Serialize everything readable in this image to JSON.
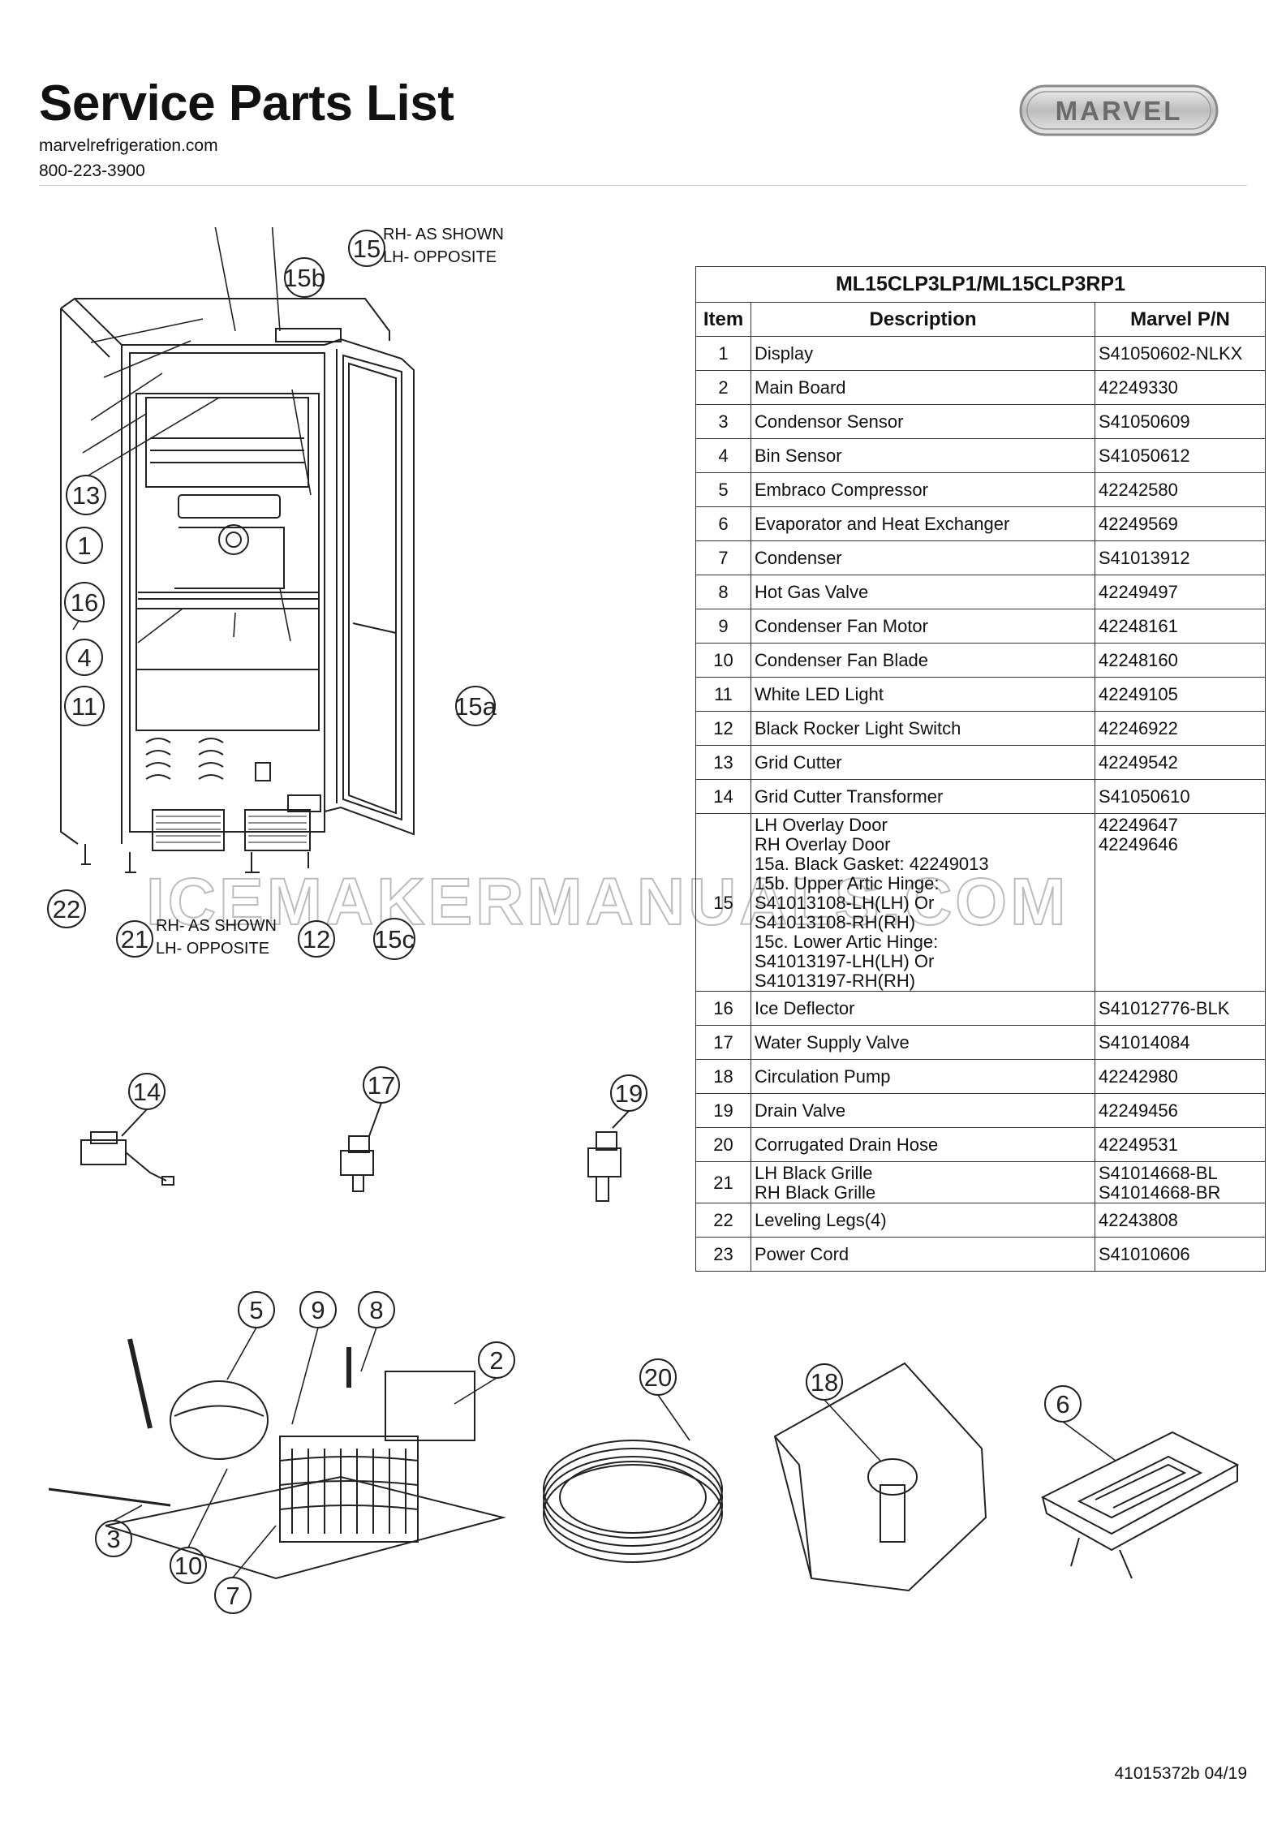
{
  "header": {
    "title": "Service Parts List",
    "website": "marvelrefrigeration.com",
    "phone": "800-223-3900",
    "logo_text": "MARVEL"
  },
  "watermark": "ICEMAKERMANUALS.COM",
  "diagram": {
    "door_note_line1": "RH- AS SHOWN",
    "door_note_line2": "LH- OPPOSITE",
    "grille_note_line1": "RH- AS SHOWN",
    "grille_note_line2": "LH- OPPOSITE",
    "callouts": [
      "15b",
      "15",
      "13",
      "1",
      "16",
      "4",
      "11",
      "15a",
      "22",
      "21",
      "12",
      "15c",
      "14",
      "17",
      "19",
      "5",
      "9",
      "8",
      "2",
      "3",
      "10",
      "7",
      "20",
      "18",
      "6"
    ]
  },
  "table": {
    "model": "ML15CLP3LP1/ML15CLP3RP1",
    "columns": [
      "Item",
      "Description",
      "Marvel P/N"
    ],
    "rows": [
      {
        "item": "1",
        "desc": "Display",
        "pn": "S41050602-NLKX"
      },
      {
        "item": "2",
        "desc": "Main Board",
        "pn": "42249330"
      },
      {
        "item": "3",
        "desc": "Condensor Sensor",
        "pn": "S41050609"
      },
      {
        "item": "4",
        "desc": "Bin Sensor",
        "pn": "S41050612"
      },
      {
        "item": "5",
        "desc": "Embraco Compressor",
        "pn": "42242580"
      },
      {
        "item": "6",
        "desc": "Evaporator and Heat Exchanger",
        "pn": "42249569"
      },
      {
        "item": "7",
        "desc": "Condenser",
        "pn": "S41013912"
      },
      {
        "item": "8",
        "desc": "Hot Gas Valve",
        "pn": "42249497"
      },
      {
        "item": "9",
        "desc": "Condenser Fan Motor",
        "pn": "42248161"
      },
      {
        "item": "10",
        "desc": "Condenser Fan Blade",
        "pn": "42248160"
      },
      {
        "item": "11",
        "desc": "White LED Light",
        "pn": "42249105"
      },
      {
        "item": "12",
        "desc": "Black Rocker Light Switch",
        "pn": "42246922"
      },
      {
        "item": "13",
        "desc": "Grid Cutter",
        "pn": "42249542"
      },
      {
        "item": "14",
        "desc": "Grid Cutter Transformer",
        "pn": "S41050610"
      },
      {
        "item": "15",
        "desc": "LH Overlay Door\nRH Overlay Door\n15a. Black Gasket: 42249013\n15b. Upper Artic Hinge:\nS41013108-LH(LH)   Or\nS41013108-RH(RH)\n15c. Lower Artic Hinge:\nS41013197-LH(LH) Or\nS41013197-RH(RH)",
        "pn": "42249647\n42249646"
      },
      {
        "item": "16",
        "desc": "Ice Deflector",
        "pn": "S41012776-BLK"
      },
      {
        "item": "17",
        "desc": "Water Supply Valve",
        "pn": "S41014084"
      },
      {
        "item": "18",
        "desc": "Circulation Pump",
        "pn": "42242980"
      },
      {
        "item": "19",
        "desc": "Drain Valve",
        "pn": "42249456"
      },
      {
        "item": "20",
        "desc": "Corrugated Drain Hose",
        "pn": "42249531"
      },
      {
        "item": "21",
        "desc": "LH Black Grille\nRH Black Grille",
        "pn": "S41014668-BL\nS41014668-BR"
      },
      {
        "item": "22",
        "desc": "Leveling Legs(4)",
        "pn": "42243808"
      },
      {
        "item": "23",
        "desc": "Power Cord",
        "pn": "S41010606"
      }
    ]
  },
  "footer": {
    "doc_number": "41015372b 04/19"
  }
}
